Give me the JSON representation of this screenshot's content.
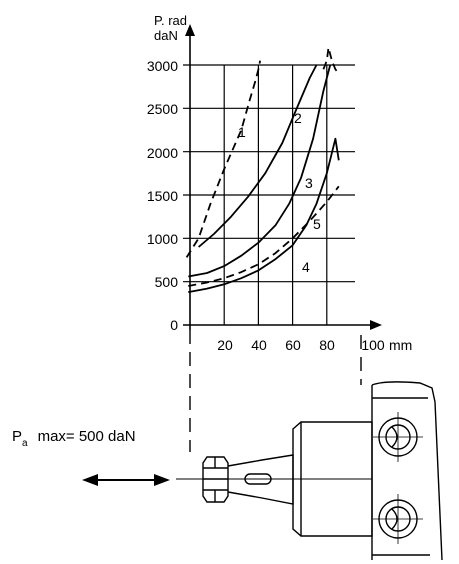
{
  "axes": {
    "y_title_line1": "P. rad",
    "y_title_line2": "daN",
    "x_unit": "mm",
    "y_ticks": [
      "0",
      "500",
      "1000",
      "1500",
      "2000",
      "2500",
      "3000"
    ],
    "x_ticks": [
      "20",
      "40",
      "60",
      "80",
      "100"
    ]
  },
  "chart_data": {
    "type": "line",
    "xlim": [
      0,
      100
    ],
    "ylim": [
      0,
      3000
    ],
    "grid": true,
    "series": [
      {
        "name": "1",
        "dashed": true,
        "points": [
          [
            -2,
            780
          ],
          [
            5,
            1000
          ],
          [
            12,
            1400
          ],
          [
            20,
            1800
          ],
          [
            30,
            2250
          ],
          [
            35,
            2600
          ],
          [
            38,
            2800
          ],
          [
            40,
            2950
          ],
          [
            41,
            3050
          ]
        ]
      },
      {
        "name": "2",
        "dashed": false,
        "points": [
          [
            5,
            900
          ],
          [
            14,
            1050
          ],
          [
            24,
            1250
          ],
          [
            34,
            1480
          ],
          [
            44,
            1750
          ],
          [
            54,
            2100
          ],
          [
            62,
            2480
          ],
          [
            70,
            2850
          ],
          [
            74,
            3000
          ]
        ]
      },
      {
        "name": "3",
        "dashed": false,
        "points": [
          [
            -1,
            560
          ],
          [
            10,
            600
          ],
          [
            20,
            680
          ],
          [
            30,
            800
          ],
          [
            40,
            950
          ],
          [
            50,
            1150
          ],
          [
            58,
            1400
          ],
          [
            65,
            1700
          ],
          [
            72,
            2150
          ],
          [
            78,
            2700
          ],
          [
            82,
            3000
          ]
        ]
      },
      {
        "name": "4",
        "dashed": false,
        "points": [
          [
            -1,
            380
          ],
          [
            10,
            420
          ],
          [
            20,
            470
          ],
          [
            30,
            540
          ],
          [
            40,
            630
          ],
          [
            50,
            760
          ],
          [
            60,
            920
          ],
          [
            68,
            1150
          ],
          [
            74,
            1400
          ],
          [
            80,
            1750
          ],
          [
            85,
            2150
          ],
          [
            87,
            1900
          ]
        ]
      },
      {
        "name": "5",
        "dashed": true,
        "points": [
          [
            -1,
            450
          ],
          [
            10,
            490
          ],
          [
            20,
            540
          ],
          [
            30,
            610
          ],
          [
            40,
            700
          ],
          [
            50,
            830
          ],
          [
            60,
            1000
          ],
          [
            70,
            1200
          ],
          [
            80,
            1420
          ],
          [
            87,
            1600
          ]
        ]
      },
      {
        "name": "",
        "dashed": true,
        "points": [
          [
            78,
            2950
          ],
          [
            80,
            3050
          ],
          [
            81,
            3200
          ],
          [
            83,
            3050
          ],
          [
            85,
            2950
          ],
          [
            87,
            2900
          ]
        ]
      }
    ],
    "curve_labels": [
      "1",
      "2",
      "3",
      "4",
      "5"
    ]
  },
  "drawing": {
    "load_symbol": "P",
    "load_subscript": "a",
    "load_text": "max= 500 daN"
  }
}
